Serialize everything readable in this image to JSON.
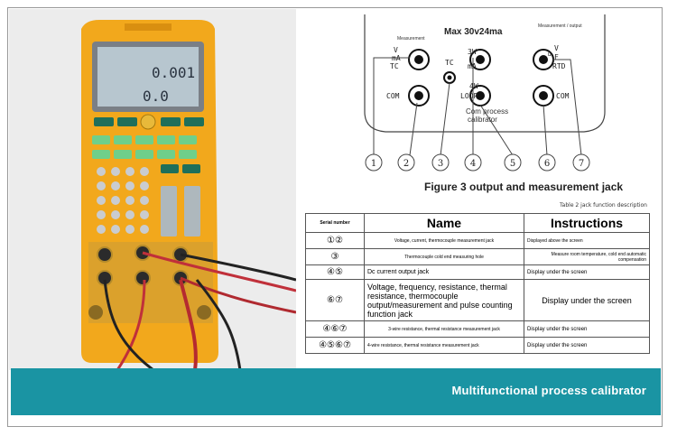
{
  "photo": {
    "brand": "",
    "lcd_top": "0.001",
    "lcd_bottom": "0.0"
  },
  "diagram": {
    "header": "Max 30v24ma",
    "measurement_label": "Measurement",
    "output_label": "Measurement / output",
    "jacks": [
      {
        "top": "V",
        "mid": "mA",
        "bottom": "TC"
      },
      {
        "top": "TC"
      },
      {
        "top": "3W",
        "bottom": "mA"
      },
      {
        "top": "V",
        "mid": "F",
        "right": "Ω",
        "bottom": "RTD"
      },
      {
        "top": "COM"
      },
      {
        "top": "4W",
        "bottom": "LOOP"
      },
      {
        "top": "COM"
      }
    ],
    "center_text": [
      "Com process",
      "calibrator"
    ],
    "numbers": [
      "1",
      "2",
      "3",
      "4",
      "5",
      "6",
      "7"
    ]
  },
  "figure_caption": "Figure 3 output and measurement jack",
  "table_caption": "Table 2 jack function description",
  "table": {
    "headers": [
      "Serial number",
      "Name",
      "Instructions"
    ],
    "rows": [
      {
        "serial": "①②",
        "name": "Voltage, current, thermocouple measurement jack",
        "instructions": "Displayed above the screen"
      },
      {
        "serial": "③",
        "name": "Thermocouple cold end measuring hole",
        "instructions": "Measure room temperature, cold end automatic compensation"
      },
      {
        "serial": "④⑤",
        "name": "Dc current output jack",
        "instructions": "Display under the screen"
      },
      {
        "serial": "⑥⑦",
        "name": "Voltage, frequency, resistance, thermal resistance, thermocouple output/measurement and pulse counting function jack",
        "instructions": "Display under the screen"
      },
      {
        "serial": "④⑥⑦",
        "name": "3-wire resistance, thermal resistance measurement jack",
        "instructions": "Display under the screen"
      },
      {
        "serial": "④⑤⑥⑦",
        "name": "4-wire resistance, thermal resistance measurement jack",
        "instructions": "Display under the screen"
      }
    ]
  },
  "banner": "Multifunctional process calibrator"
}
